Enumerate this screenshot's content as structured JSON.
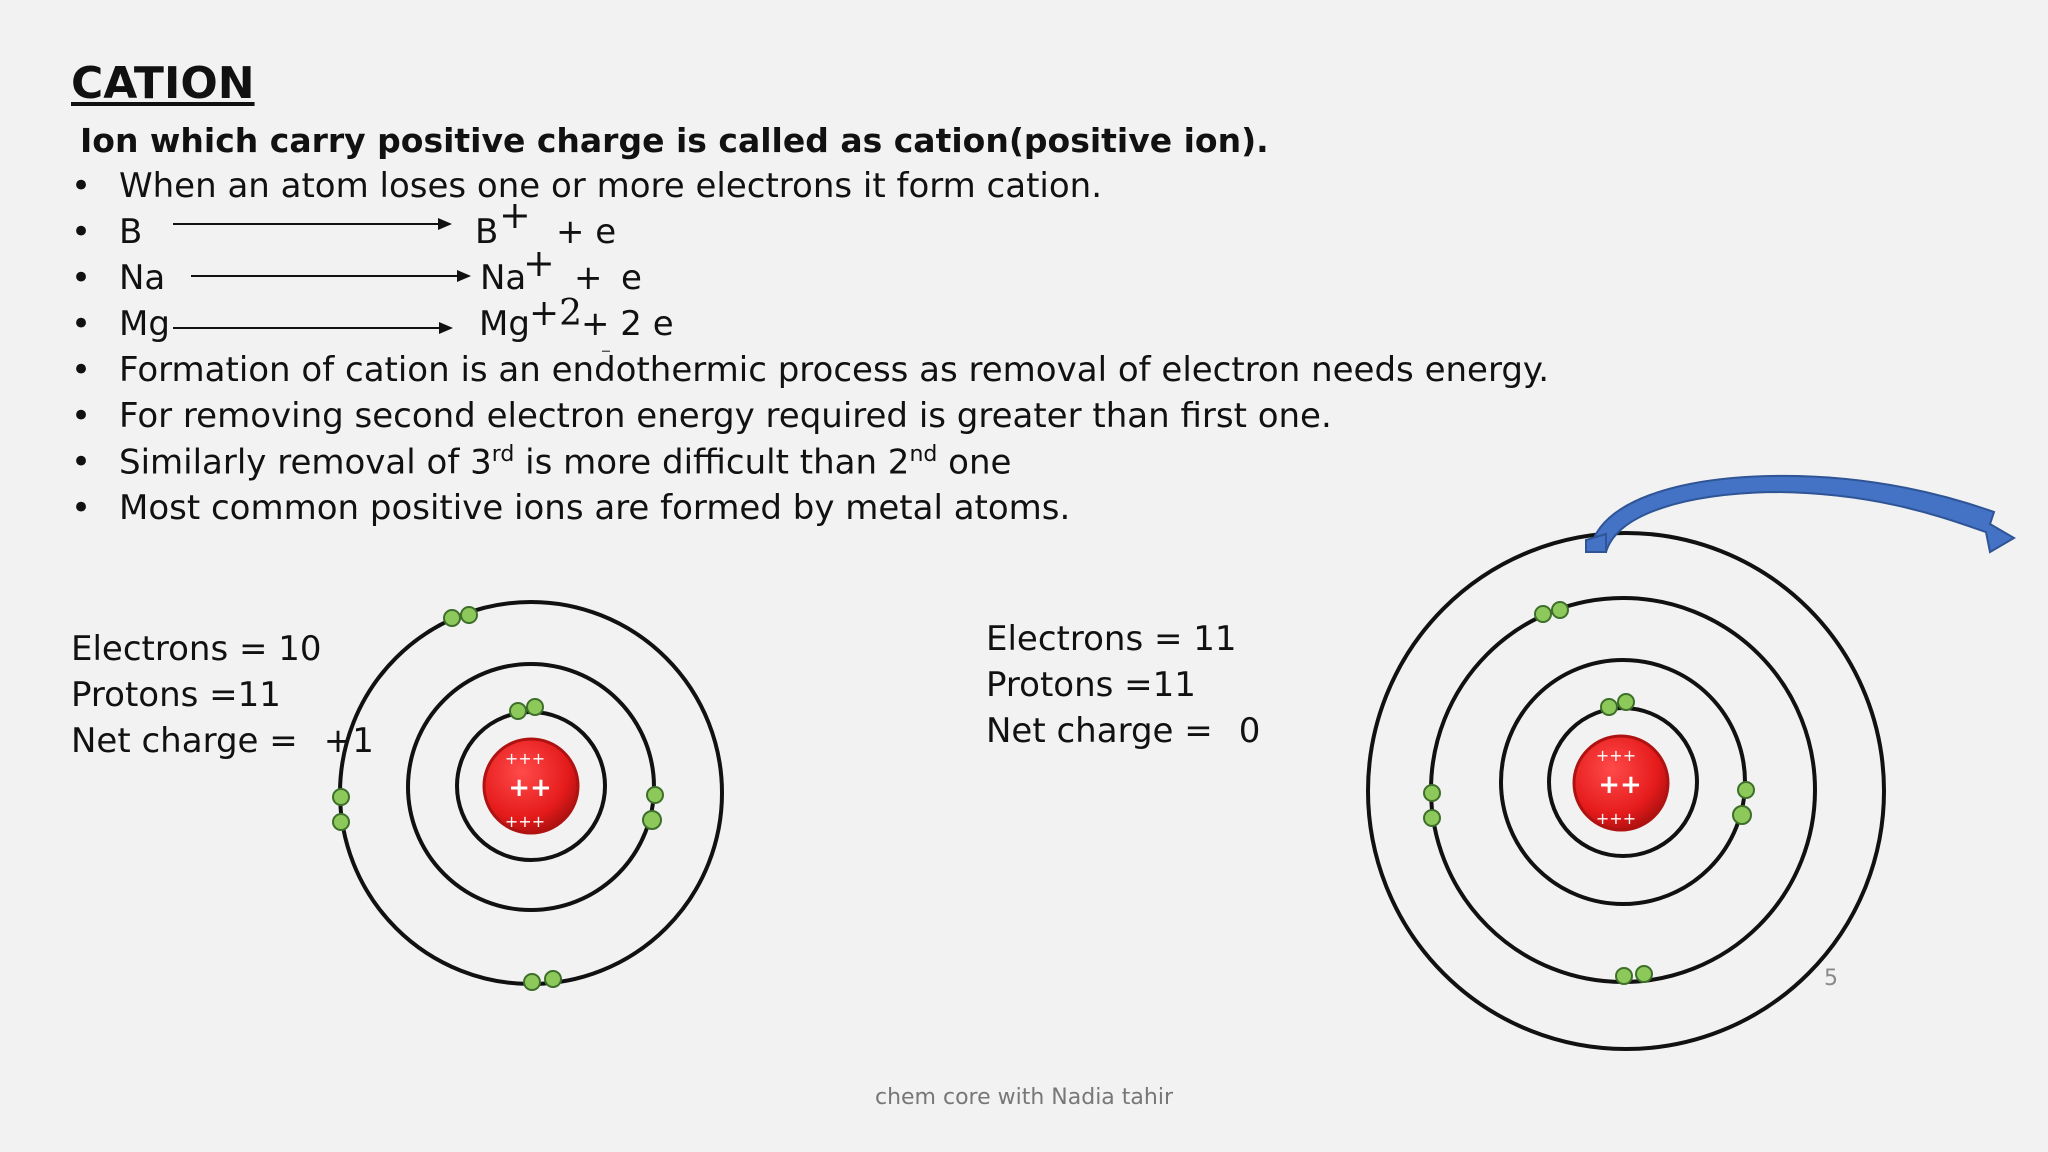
{
  "slide": {
    "title": "CATION",
    "subtitle": "Ion which carry positive charge is called as cation(positive ion).",
    "bullet_char": "•",
    "bullets": {
      "intro": "When an atom loses one or more electrons it form cation.",
      "endothermic": "Formation of cation is an endothermic process as removal of electron needs energy.",
      "second": "For removing second electron energy required is greater than first one.",
      "third_a": "Similarly removal of 3",
      "third_sup1": "rd",
      "third_b": " is more difficult than 2",
      "third_sup2": "nd",
      "third_c": " one",
      "metal": "Most common positive ions are formed by metal atoms."
    },
    "equations": {
      "b": {
        "reactant": "B",
        "product": "B",
        "charge": "+",
        "tail": "+ e"
      },
      "na": {
        "reactant": "Na",
        "product": "Na",
        "charge": "+",
        "plus": "+",
        "electron": "e"
      },
      "mg": {
        "reactant": "Mg",
        "product": "Mg",
        "charge": "+2",
        "tail": "+ 2 e",
        "stray": "–"
      }
    },
    "ion_info": {
      "electrons": "Electrons = 10",
      "protons": "Protons =11",
      "net_label": "Net charge =",
      "net_value": "+1"
    },
    "atom_info": {
      "electrons": "Electrons = 11",
      "protons": "Protons =11",
      "net_label": "Net charge =",
      "net_value": "0"
    },
    "nucleus_text": {
      "top": "+++",
      "mid": "++",
      "bottom": "+++"
    },
    "page_number": "5",
    "footer": "chem core with Nadia tahir"
  },
  "colors": {
    "background": "#f2f2f2",
    "nucleus": "#e51b1b",
    "electron": "#8dc95a",
    "electron_stroke": "#3e6f2a",
    "arrow": "#4472c4"
  },
  "icons": [
    "electron-dot",
    "nucleus",
    "curved-arrow"
  ]
}
